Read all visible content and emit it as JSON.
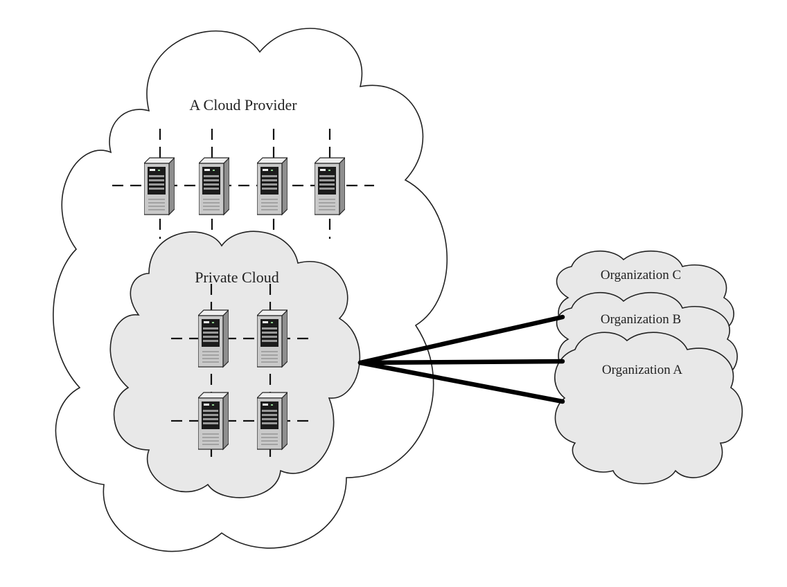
{
  "diagram": {
    "provider_label": "A Cloud Provider",
    "private_label": "Private Cloud",
    "organizations": [
      "Organization C",
      "Organization B",
      "Organization A"
    ],
    "colors": {
      "provider_fill": "#ffffff",
      "private_fill": "#e8e8e8",
      "org_fill": "#e8e8e8",
      "outline": "#222222",
      "link": "#000000",
      "server_body": "#c9c9c9"
    },
    "icons": [
      "server-icon"
    ]
  }
}
